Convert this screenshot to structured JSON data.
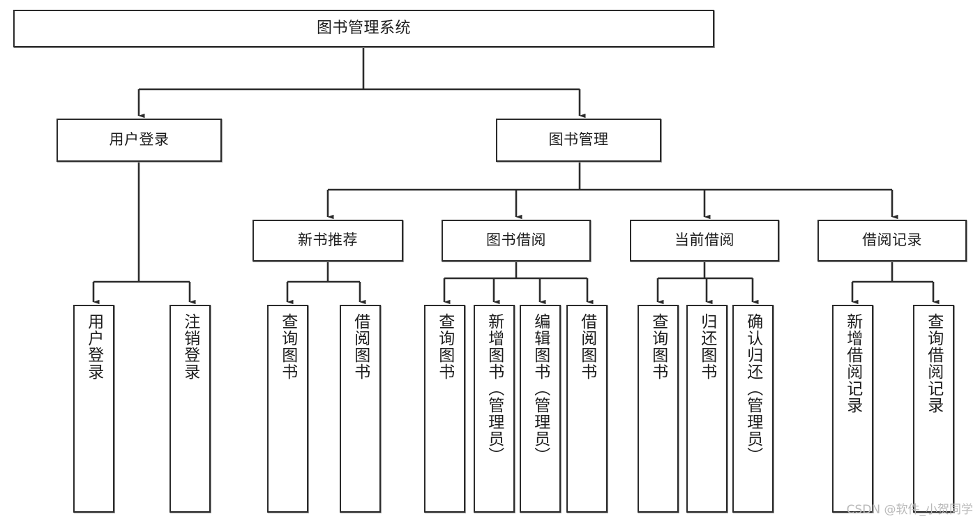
{
  "diagram": {
    "title": "图书管理系统",
    "type": "tree-functional-structure",
    "orientation": "top-down",
    "nodes": {
      "root": {
        "label": "图书管理系统"
      },
      "level2": [
        {
          "id": "user-login",
          "label": "用户登录"
        },
        {
          "id": "book-management",
          "label": "图书管理"
        }
      ],
      "level3": [
        {
          "id": "new-book-recommend",
          "label": "新书推荐"
        },
        {
          "id": "book-borrow",
          "label": "图书借阅"
        },
        {
          "id": "current-borrow",
          "label": "当前借阅"
        },
        {
          "id": "borrow-record",
          "label": "借阅记录"
        }
      ],
      "leaves": {
        "user-login": [
          {
            "id": "leaf-user-login",
            "label": "用户登录"
          },
          {
            "id": "leaf-logout-login",
            "label": "注销登录"
          }
        ],
        "new-book-recommend": [
          {
            "id": "leaf-query-book-1",
            "label": "查询图书"
          },
          {
            "id": "leaf-borrow-book-1",
            "label": "借阅图书"
          }
        ],
        "book-borrow": [
          {
            "id": "leaf-query-book-2",
            "label": "查询图书"
          },
          {
            "id": "leaf-add-book",
            "label": "新增图书（管理员）"
          },
          {
            "id": "leaf-edit-book",
            "label": "编辑图书（管理员）"
          },
          {
            "id": "leaf-borrow-book-2",
            "label": "借阅图书"
          }
        ],
        "current-borrow": [
          {
            "id": "leaf-query-book-3",
            "label": "查询图书"
          },
          {
            "id": "leaf-return-book",
            "label": "归还图书"
          },
          {
            "id": "leaf-confirm-return",
            "label": "确认归还（管理员）"
          }
        ],
        "borrow-record": [
          {
            "id": "leaf-add-record",
            "label": "新增借阅记录"
          },
          {
            "id": "leaf-query-record",
            "label": "查询借阅记录"
          }
        ]
      }
    },
    "colors": {
      "border": "#2b2b2b",
      "shadow": "#9a9a9a",
      "text": "#1d1d1d",
      "background": "#ffffff",
      "watermark": "#b9b9b9"
    }
  },
  "watermark": {
    "text": "CSDN @软件_小贺同学"
  }
}
